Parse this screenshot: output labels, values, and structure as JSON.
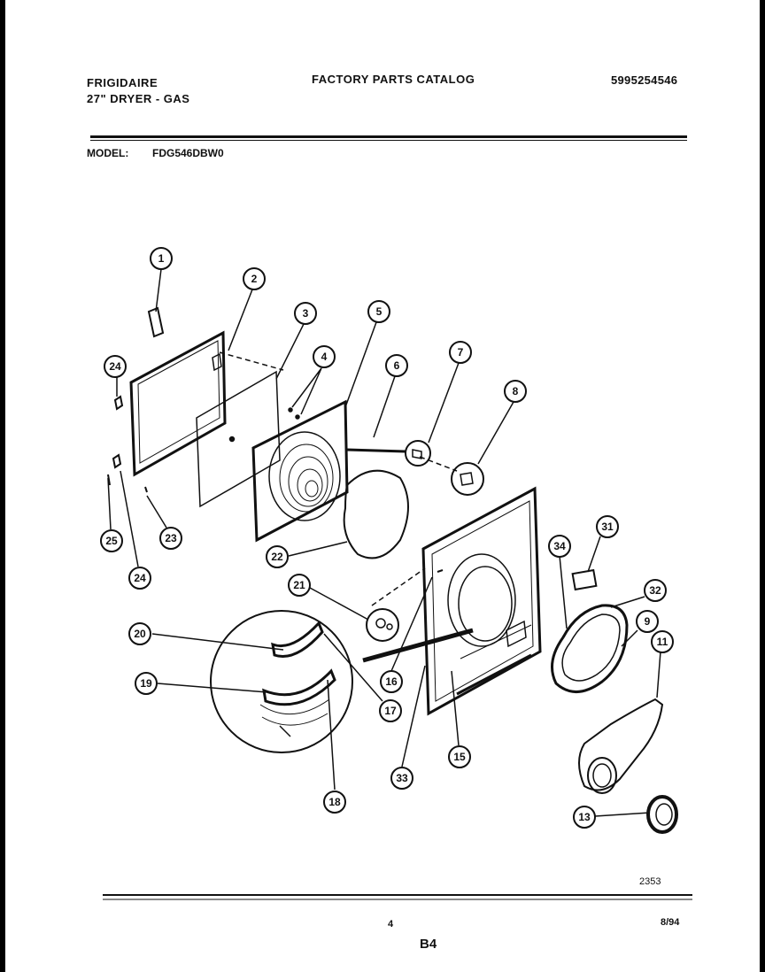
{
  "header": {
    "brand": "FRIGIDAIRE",
    "product": "27\" DRYER - GAS",
    "catalog_title": "FACTORY PARTS CATALOG",
    "catalog_number": "5995254546"
  },
  "model": {
    "label": "MODEL:",
    "value": "FDG546DBW0"
  },
  "diagram": {
    "callouts": [
      "1",
      "2",
      "3",
      "4",
      "5",
      "6",
      "7",
      "8",
      "24",
      "24",
      "25",
      "23",
      "22",
      "21",
      "20",
      "19",
      "18",
      "17",
      "16",
      "15",
      "33",
      "34",
      "31",
      "32",
      "9",
      "11",
      "13"
    ]
  },
  "footer": {
    "code": "2353",
    "page_number": "4",
    "date": "8/94",
    "section": "B4"
  }
}
